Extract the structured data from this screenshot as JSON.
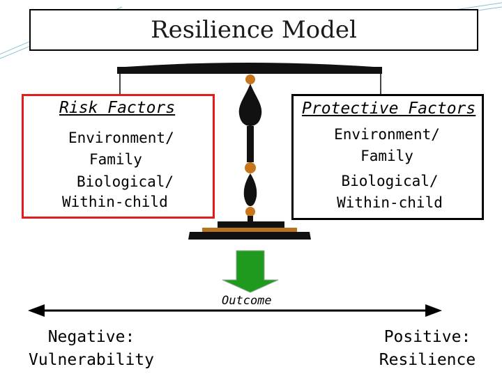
{
  "title": "Resilience Model",
  "risk": {
    "heading": "Risk Factors",
    "item1_line1": "Environment/",
    "item1_line2": "Family",
    "item2_line1": "Biological/",
    "item2_line2": "Within-child"
  },
  "protective": {
    "heading": "Protective Factors",
    "item1_line1": "Environment/",
    "item1_line2": "Family",
    "item2_line1": "Biological/",
    "item2_line2": "Within-child"
  },
  "outcome_label": "Outcome",
  "negative": {
    "line1": "Negative:",
    "line2": "Vulnerability"
  },
  "positive": {
    "line1": "Positive:",
    "line2": "Resilience"
  },
  "colors": {
    "risk_border": "#e31b1b",
    "arrow_green": "#1f9a1f",
    "pivot_orange": "#c8761e",
    "base_brown": "#b8731f"
  }
}
